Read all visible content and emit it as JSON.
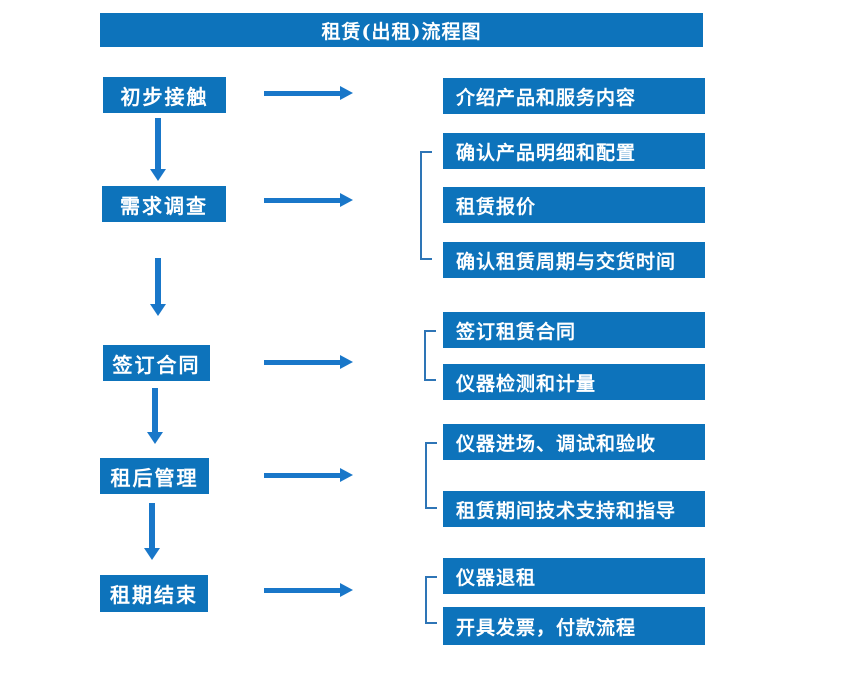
{
  "title": "租赁(出租)流程图",
  "colors": {
    "box_blue": "#0d73bb",
    "arrow_blue": "#1977c9",
    "bracket_blue": "#2e75b6",
    "text": "#ffffff",
    "background": "#ffffff"
  },
  "left_steps": [
    {
      "label": "初步接触"
    },
    {
      "label": "需求调查"
    },
    {
      "label": "签订合同"
    },
    {
      "label": "租后管理"
    },
    {
      "label": "租期结束"
    }
  ],
  "right_groups": [
    {
      "items": [
        "介绍产品和服务内容"
      ]
    },
    {
      "items": [
        "确认产品明细和配置",
        "租赁报价",
        "确认租赁周期与交货时间"
      ]
    },
    {
      "items": [
        "签订租赁合同",
        "仪器检测和计量"
      ]
    },
    {
      "items": [
        "仪器进场、调试和验收",
        "租赁期间技术支持和指导"
      ]
    },
    {
      "items": [
        "仪器退租",
        "开具发票，付款流程"
      ]
    }
  ]
}
